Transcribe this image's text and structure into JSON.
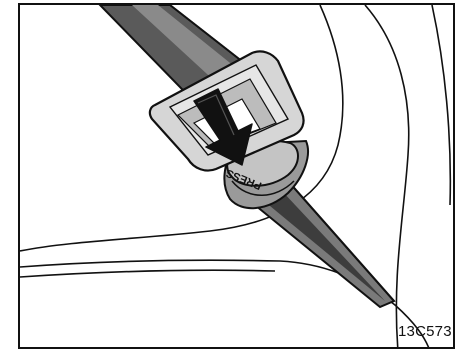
{
  "illustration": {
    "subject": "seat-belt-buckle-release",
    "button_label": "PRESS",
    "arrow_direction": "down"
  },
  "figure_code": "13C573",
  "colors": {
    "outline": "#111111",
    "belt_dark": "#555555",
    "belt_mid": "#8a8a8a",
    "latch_light": "#d6d6d6",
    "button_gray": "#bdbdbd",
    "background": "#ffffff"
  }
}
